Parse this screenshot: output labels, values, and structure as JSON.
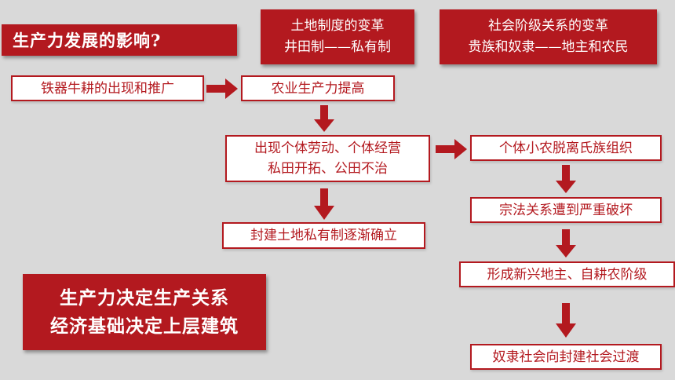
{
  "title": "生产力发展的影响?",
  "land_change": {
    "line1": "土地制度的变革",
    "line2": "井田制——私有制"
  },
  "class_change": {
    "line1": "社会阶级关系的变革",
    "line2": "贵族和奴隶——地主和农民"
  },
  "flow": {
    "iron_plough": "铁器牛耕的出现和推广",
    "productivity": "农业生产力提高",
    "individual_line1": "出现个体劳动、个体经营",
    "individual_line2": "私田开拓、公田不治",
    "private_land": "封建土地私有制逐渐确立",
    "small_farmer": "个体小农脱离氏族组织",
    "clan_law": "宗法关系遭到严重破坏",
    "new_landlord": "形成新兴地主、自耕农阶级",
    "transition": "奴隶社会向封建社会过渡"
  },
  "conclusion": {
    "line1": "生产力决定生产关系",
    "line2": "经济基础决定上层建筑"
  },
  "colors": {
    "accent": "#b3191f",
    "background": "#d9d9d9"
  }
}
